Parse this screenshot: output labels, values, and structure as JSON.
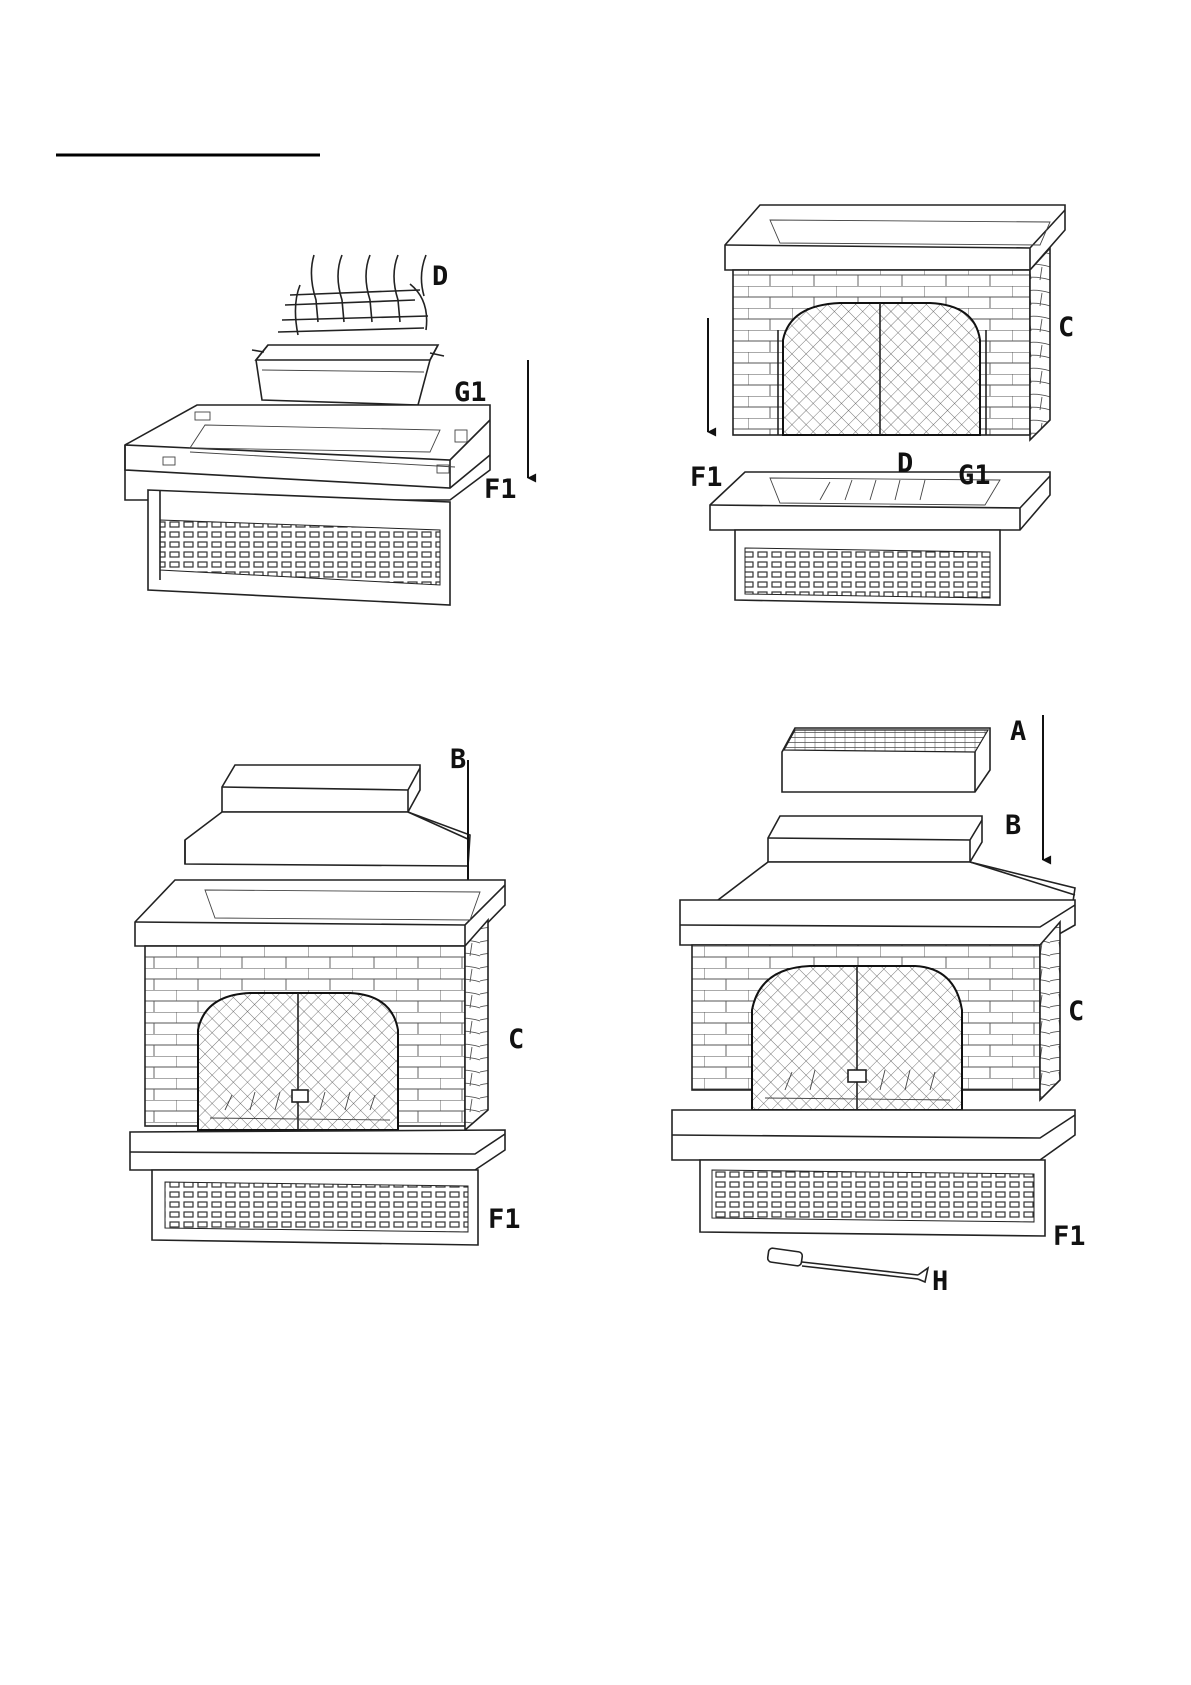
{
  "figures": [
    {
      "labels": {
        "rack": "D",
        "pan": "G1",
        "base": "F1"
      }
    },
    {
      "labels": {
        "body": "C",
        "base": "F1",
        "rack": "D",
        "pan": "G1"
      }
    },
    {
      "labels": {
        "hood": "B",
        "body": "C",
        "base": "F1"
      }
    },
    {
      "labels": {
        "cap": "A",
        "hood": "B",
        "body": "C",
        "base": "F1",
        "tool": "H"
      }
    }
  ]
}
